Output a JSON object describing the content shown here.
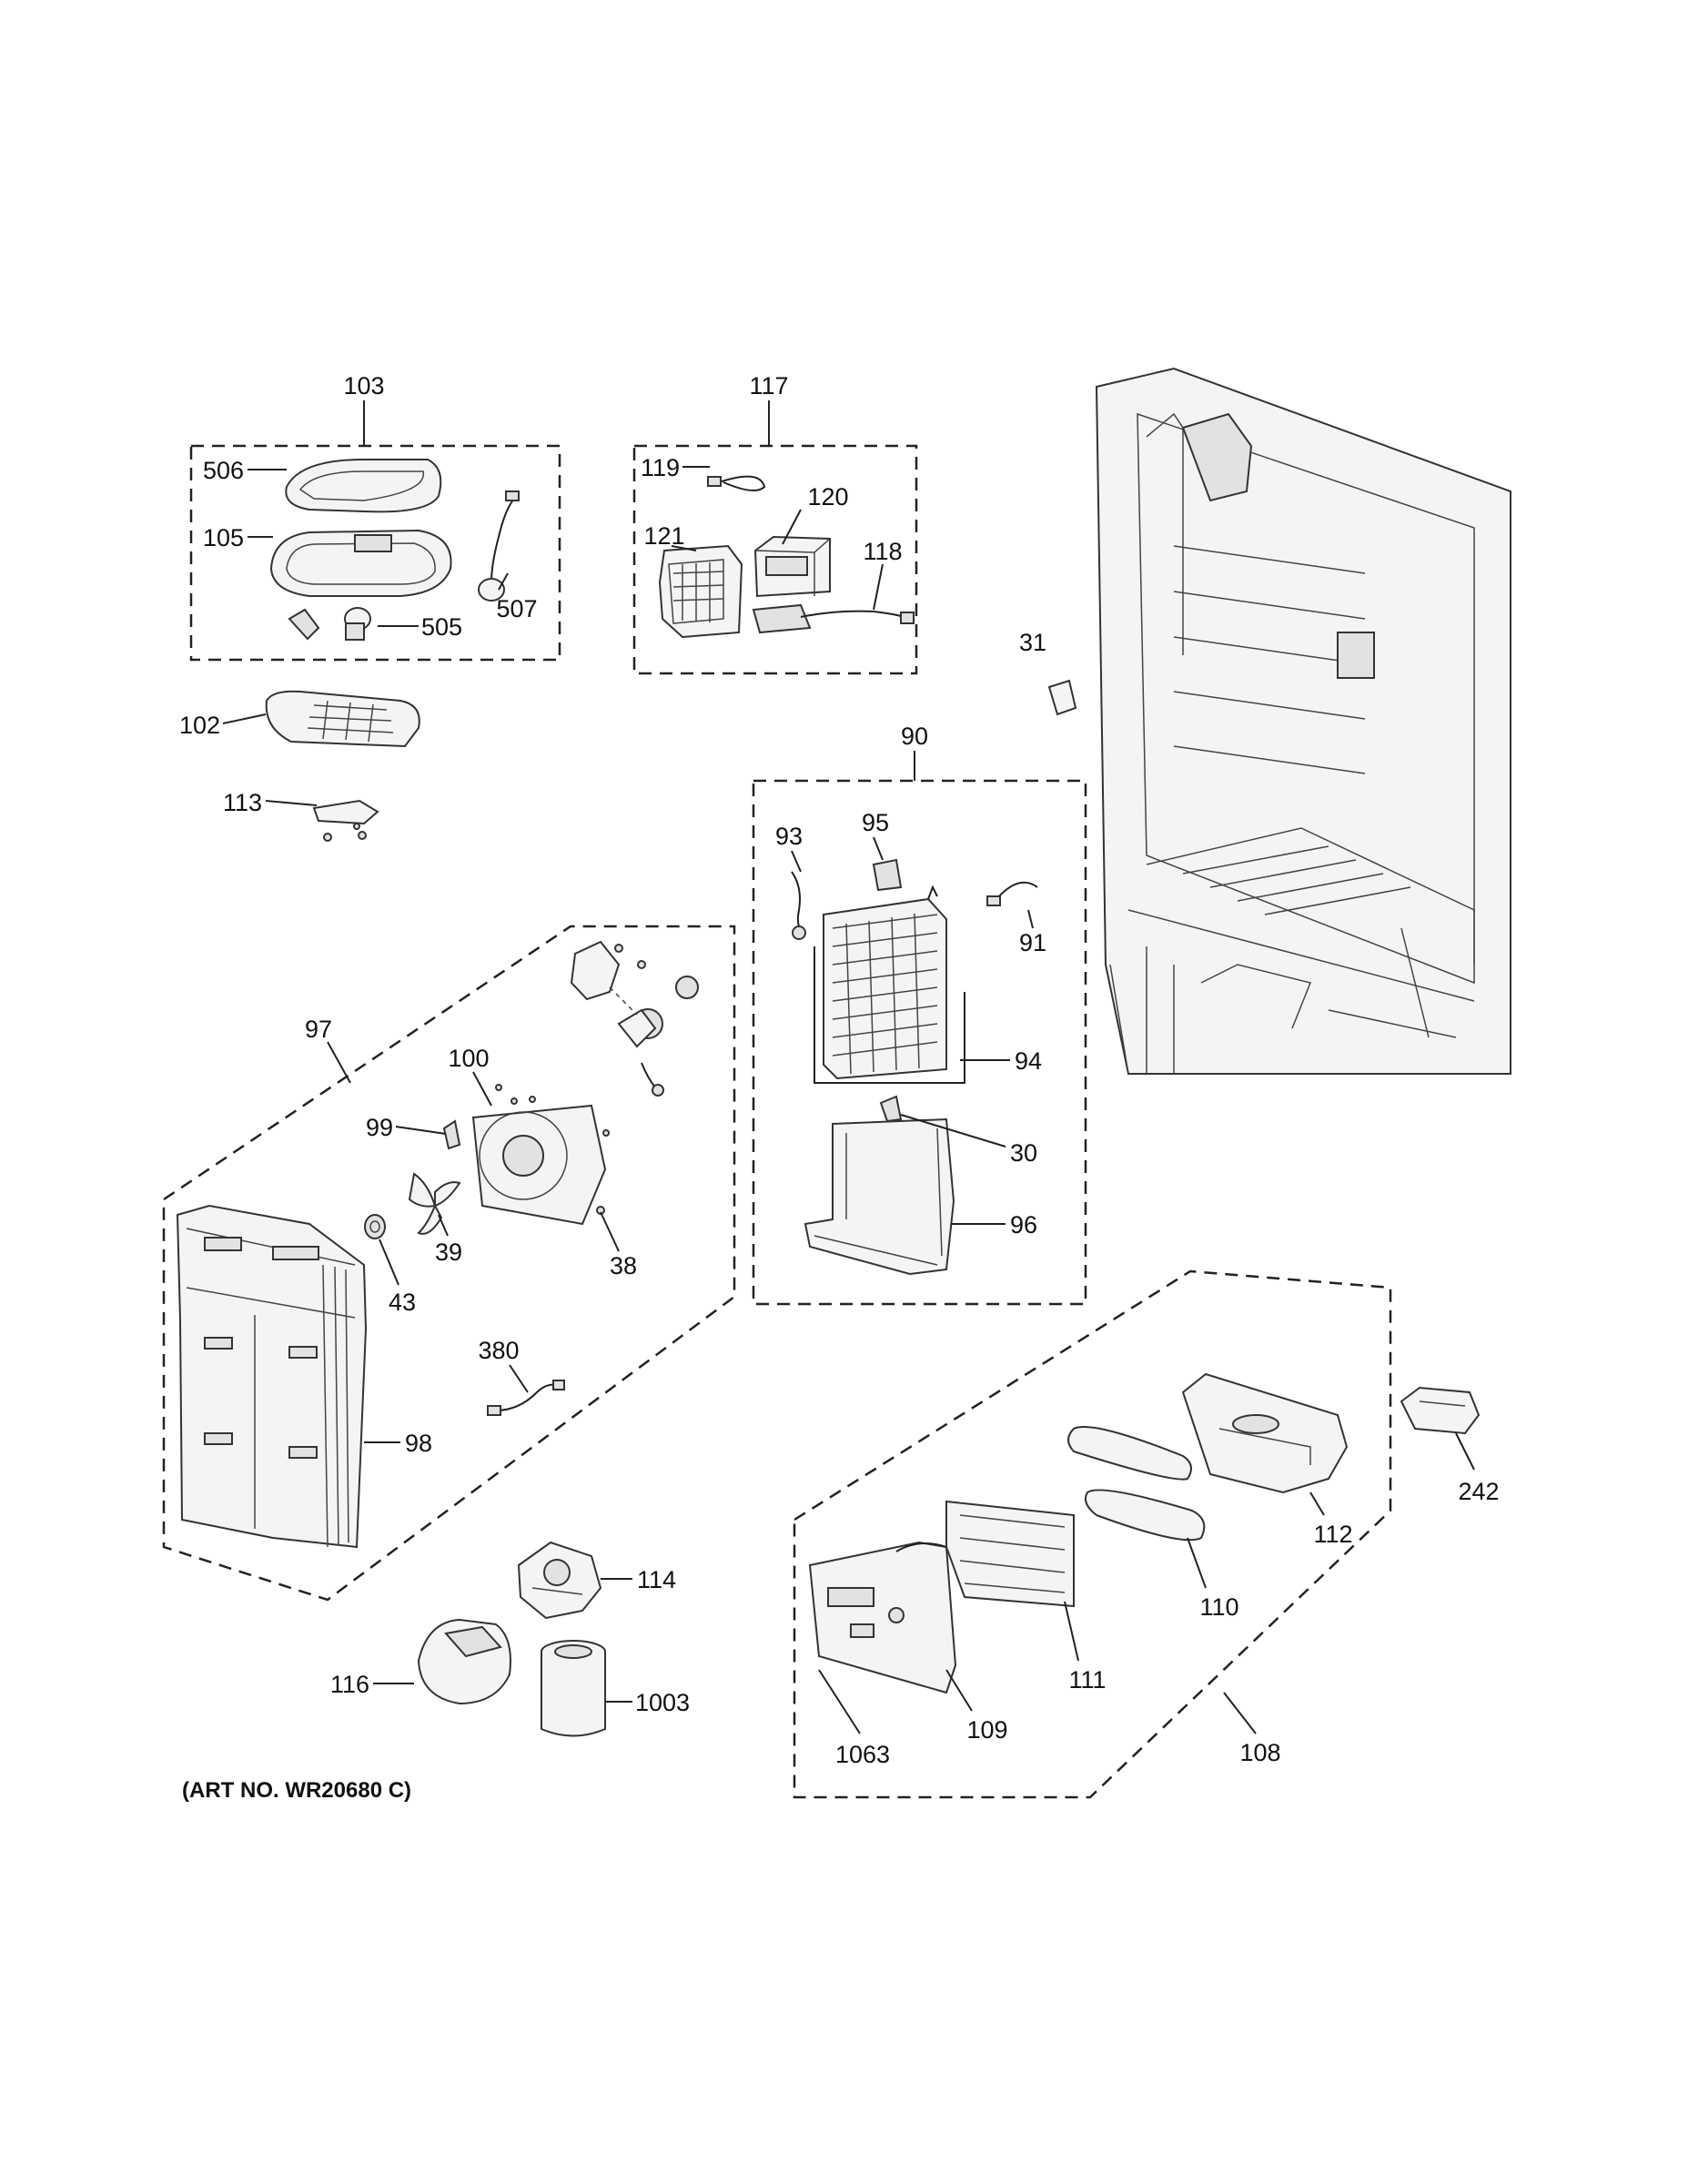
{
  "callouts": {
    "c103": "103",
    "c506": "506",
    "c105": "105",
    "c505": "505",
    "c507": "507",
    "c117": "117",
    "c119": "119",
    "c120": "120",
    "c121": "121",
    "c118": "118",
    "c102": "102",
    "c113": "113",
    "c31": "31",
    "c90": "90",
    "c93": "93",
    "c95": "95",
    "c91": "91",
    "c94": "94",
    "c30": "30",
    "c96": "96",
    "c97": "97",
    "c100": "100",
    "c99": "99",
    "c39": "39",
    "c43": "43",
    "c38": "38",
    "c380": "380",
    "c98": "98",
    "c114": "114",
    "c116": "116",
    "c1003": "1003",
    "c112": "112",
    "c110": "110",
    "c111": "111",
    "c109": "109",
    "c1063": "1063",
    "c108": "108",
    "c242": "242"
  },
  "art_number": "(ART NO. WR20680 C)"
}
